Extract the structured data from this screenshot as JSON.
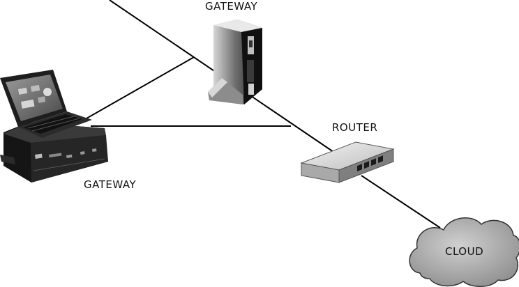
{
  "labels": {
    "gateway_top": "GATEWAY",
    "gateway_left": "GATEWAY",
    "router": "ROUTER",
    "cloud": "CLOUD"
  },
  "devices": [
    {
      "id": "laptop",
      "icon": "laptop-icon"
    },
    {
      "id": "gateway-box",
      "icon": "gateway-box-icon"
    },
    {
      "id": "gateway-tower",
      "icon": "gateway-tower-icon"
    },
    {
      "id": "router",
      "icon": "router-icon"
    },
    {
      "id": "cloud",
      "icon": "cloud-icon"
    }
  ],
  "colors": {
    "line": "#000000",
    "device_dark": "#1c1c1c",
    "device_mid": "#7a7a7a",
    "device_light": "#d9d9d9",
    "cloud_fill": "#b3b3b3",
    "label": "#111111"
  }
}
